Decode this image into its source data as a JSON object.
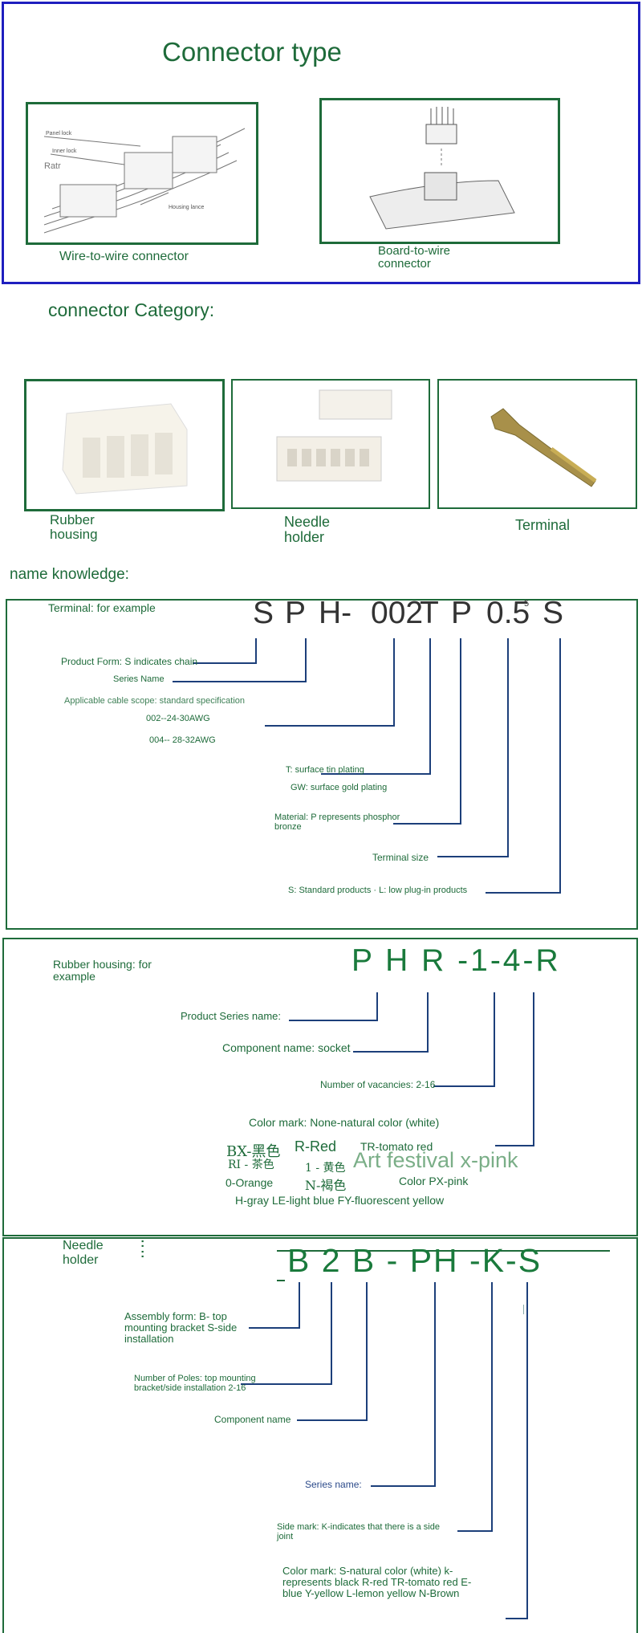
{
  "sec1": {
    "title": "Connector type",
    "wire_label": "Wire-to-wire connector",
    "board_label_1": "Board-to-wire",
    "board_label_2": "connector",
    "wire_sketch": {
      "panel_lock": "Panel lock",
      "inner_lock": "Inner lock",
      "ratr": "Ratr",
      "housing_lance": "Housing lance"
    }
  },
  "sec2": {
    "title": "connector Category:",
    "rubber_1": "Rubber",
    "rubber_2": "housing",
    "needle_1": "Needle",
    "needle_2": "holder",
    "terminal": "Terminal"
  },
  "sec3": {
    "heading": "name knowledge:",
    "intro": "Terminal: for example",
    "code": [
      "S",
      "P",
      "H-",
      "002",
      "T",
      "P",
      "0.5",
      "S"
    ],
    "superscript": "5",
    "labels": {
      "product_form": "Product Form: S indicates chain",
      "series_name": "Series Name",
      "cable_scope": "Applicable cable scope: standard specification",
      "awg1": "002--24-30AWG",
      "awg2": "004-- 28-32AWG",
      "tin": "T: surface tin plating",
      "gold": "GW: surface gold plating",
      "material_1": "Material: P represents phosphor",
      "material_2": "bronze",
      "size": "Terminal size",
      "standard": "S: Standard products · L: low plug-in products"
    }
  },
  "sec4": {
    "intro_1": "Rubber housing: for",
    "intro_2": "example",
    "code": "P H R -1-4-R",
    "labels": {
      "series": "Product Series name:",
      "component": "Component name: socket",
      "vacancies": "Number of vacancies: 2-16",
      "color_mark": "Color mark: None-natural color (white)",
      "bx": "BX-黑色",
      "rred": "R-Red",
      "tr": "TR-tomato red",
      "ri": "RI - 茶色",
      "yel": "1 - 黄色",
      "art": "Art festival x-pink",
      "orange": "0-Orange",
      "brown": "N-褐色",
      "px": "Color PX-pink",
      "gray": "H-gray LE-light blue FY-fluorescent yellow"
    }
  },
  "sec5": {
    "intro_1": "Needle",
    "intro_2": "holder",
    "colon": ":",
    "code": "B 2 B - PH -K-S",
    "labels": {
      "assembly_1": "Assembly form: B- top",
      "assembly_2": "mounting bracket S-side",
      "assembly_3": "installation",
      "poles_1": "Number of Poles: top mounting",
      "poles_2": "bracket/side installation 2-16",
      "component": "Component name",
      "series": "Series name:",
      "side_1": "Side mark: K-indicates that there is a side",
      "side_2": "joint",
      "color_1": "Color mark: S-natural color (white) k-",
      "color_2": "represents black R-red TR-tomato red E-",
      "color_3": "blue Y-yellow L-lemon yellow N-Brown"
    }
  },
  "colors": {
    "green": "#1e6b3a",
    "blue_border": "#1f1fbf",
    "line": "#1c3f7a"
  }
}
